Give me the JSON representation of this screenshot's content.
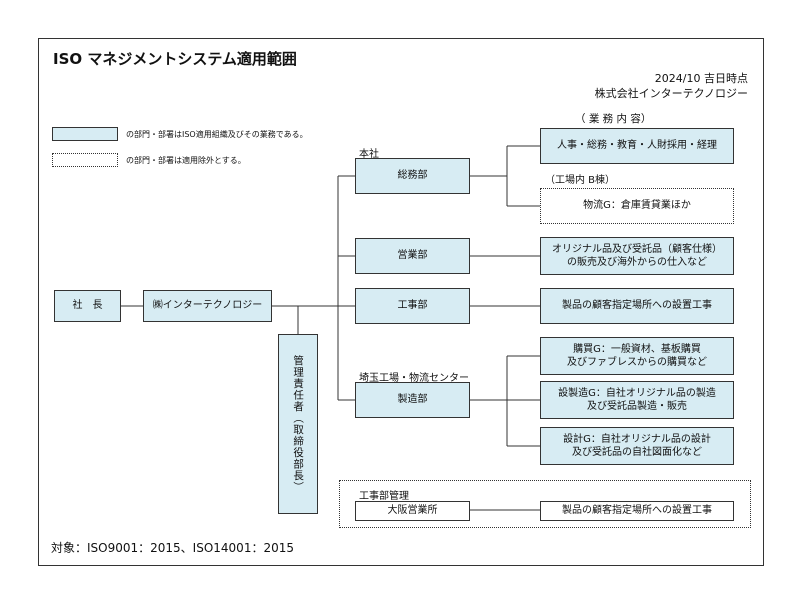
{
  "title": "ISO マネジメントシステム適用範囲",
  "header": {
    "date": "2024/10 吉日時点",
    "company": "株式会社インターテクノロジー"
  },
  "legend": {
    "applied": "の部門・部署はISO適用組織及びその業務である。",
    "excluded": "の部門・部署は適用除外とする。"
  },
  "labels": {
    "business_contents": "（ 業 務 内 容）",
    "head_office": "本社",
    "factory_building": "（工場内 B棟）",
    "saitama": "埼玉工場・物流センター",
    "construction_mgmt": "工事部管理"
  },
  "org": {
    "president": "社　長",
    "company": "㈱インターテクノロジー",
    "manager": "管理責任者（取締役部長）",
    "general_affairs": "総務部",
    "sales": "営業部",
    "construction": "工事部",
    "manufacturing": "製造部",
    "osaka": "大阪営業所"
  },
  "duties": {
    "general_affairs": "人事・総務・教育・人財採用・経理",
    "logistics": "物流G：倉庫賃貸業ほか",
    "sales": "オリジナル品及び受託品（顧客仕様）\nの販売及び海外からの仕入など",
    "construction": "製品の顧客指定場所への設置工事",
    "purchasing": "購買G：一般資材、基板購買\n及びファブレスからの購買など",
    "mfg_group": "設製造G：自社オリジナル品の製造\n及び受託品製造・販売",
    "design": "設計G：自社オリジナル品の設計\n及び受託品の自社図面化など",
    "osaka": "製品の顧客指定場所への設置工事"
  },
  "footer": "対象：ISO9001：2015、ISO14001：2015",
  "colors": {
    "applied_fill": "#d7ecf3",
    "border": "#333333"
  }
}
